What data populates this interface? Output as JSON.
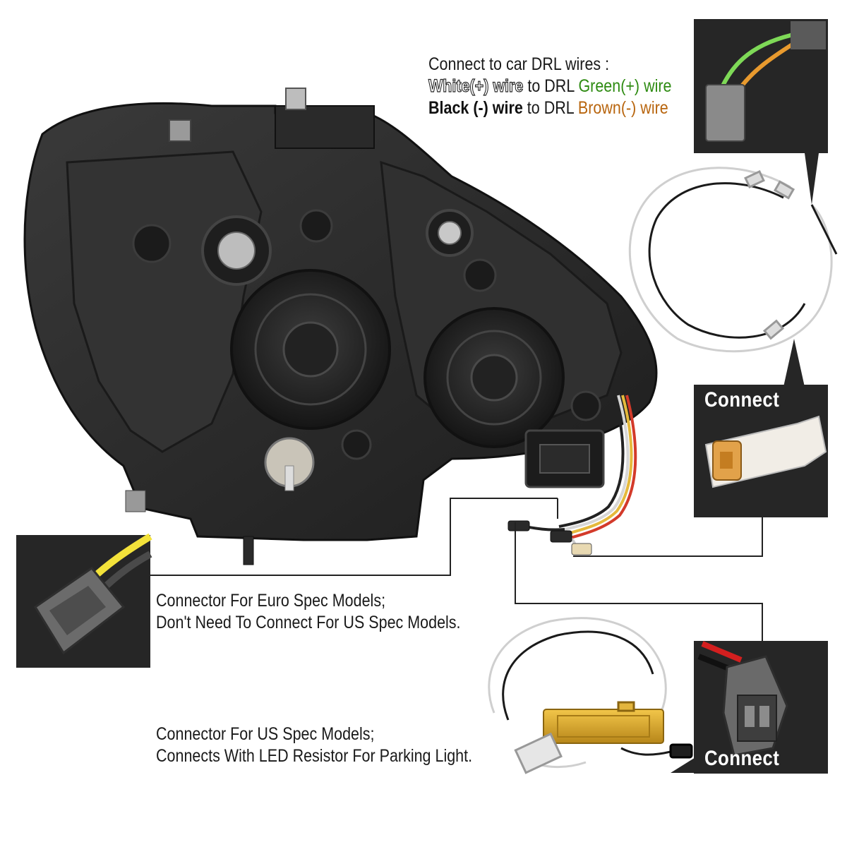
{
  "drl_instructions": {
    "heading": "Connect to car DRL wires :",
    "line1": {
      "part1": "White(+) wire",
      "part2": " to DRL ",
      "part3": "Green(+) wire"
    },
    "line2": {
      "part1": "Black (-) wire",
      "part2": " to DRL ",
      "part3": "Brown(-) wire"
    }
  },
  "callouts": {
    "connect_top": "Connect",
    "connect_bottom": "Connect"
  },
  "euro_note": {
    "line1": "Connector For Euro Spec Models;",
    "line2": "Don't Need To Connect For US Spec Models."
  },
  "us_note": {
    "line1": "Connector For US Spec Models;",
    "line2": "Connects With LED Resistor For Parking Light."
  },
  "colors": {
    "green_wire": "#2e8b12",
    "brown_wire": "#b8650e",
    "panel_bg": "#262626",
    "housing": "#2b2b2b"
  }
}
